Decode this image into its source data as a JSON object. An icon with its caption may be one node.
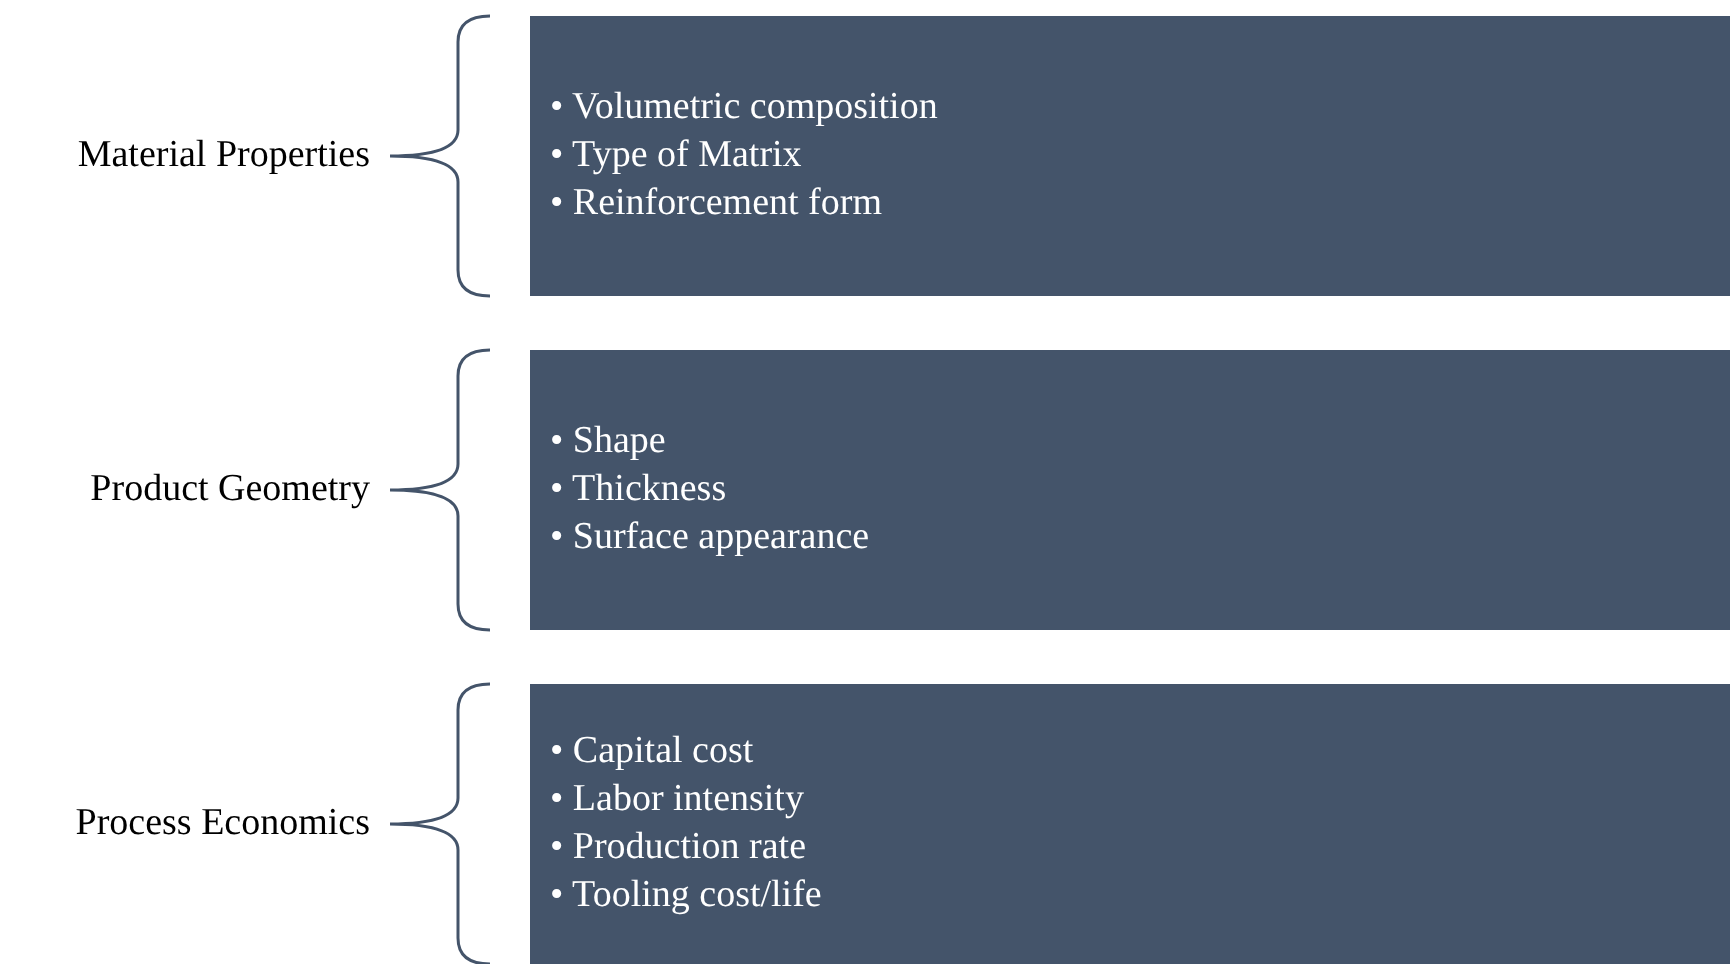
{
  "diagram": {
    "nodes": [
      {
        "text": [
          "• Volumetric composition",
          "• Type of Matrix",
          "• Reinforcement form"
        ]
      },
      {
        "text": [
          "• Shape",
          "• Thickness",
          "• Surface appearance"
        ]
      },
      {
        "text": [
          "• Capital cost",
          "• Labor intensity",
          "• Production rate",
          "• Tooling cost/life"
        ]
      }
    ],
    "labels": [
      "Material Properties",
      "Product Geometry",
      "Process Economics"
    ]
  }
}
